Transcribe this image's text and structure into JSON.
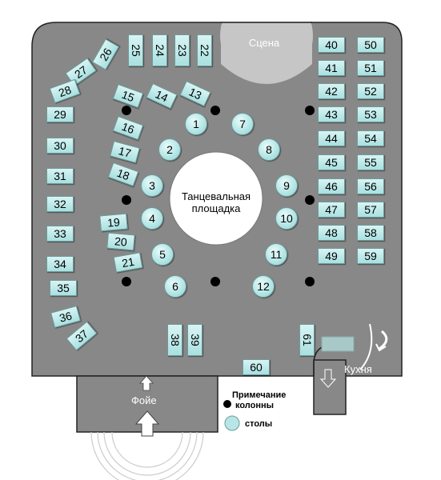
{
  "labels": {
    "stage": "Сцена",
    "dance_floor_line1": "Танцевальная",
    "dance_floor_line2": "площадка",
    "kitchen": "Кухня",
    "foyer": "Фойе",
    "note_title": "Примечание",
    "note_columns": "колонны",
    "note_tables": "столы"
  },
  "rect_tables": [
    {
      "n": "25",
      "orient": "v"
    },
    {
      "n": "24",
      "orient": "v"
    },
    {
      "n": "23",
      "orient": "v"
    },
    {
      "n": "22",
      "orient": "v"
    },
    {
      "n": "26",
      "orient": "rot"
    },
    {
      "n": "27",
      "orient": "rot"
    },
    {
      "n": "28",
      "orient": "rot"
    },
    {
      "n": "29",
      "orient": "h"
    },
    {
      "n": "30",
      "orient": "h"
    },
    {
      "n": "31",
      "orient": "h"
    },
    {
      "n": "32",
      "orient": "h"
    },
    {
      "n": "33",
      "orient": "h"
    },
    {
      "n": "34",
      "orient": "h"
    },
    {
      "n": "35",
      "orient": "h"
    },
    {
      "n": "36",
      "orient": "rot"
    },
    {
      "n": "37",
      "orient": "rot"
    },
    {
      "n": "15",
      "orient": "rot"
    },
    {
      "n": "14",
      "orient": "rot"
    },
    {
      "n": "13",
      "orient": "rot"
    },
    {
      "n": "16",
      "orient": "rot"
    },
    {
      "n": "17",
      "orient": "rot"
    },
    {
      "n": "18",
      "orient": "rot"
    },
    {
      "n": "19",
      "orient": "rot"
    },
    {
      "n": "20",
      "orient": "rot"
    },
    {
      "n": "21",
      "orient": "rot"
    },
    {
      "n": "40",
      "orient": "h"
    },
    {
      "n": "41",
      "orient": "h"
    },
    {
      "n": "42",
      "orient": "h"
    },
    {
      "n": "43",
      "orient": "h"
    },
    {
      "n": "44",
      "orient": "h"
    },
    {
      "n": "45",
      "orient": "h"
    },
    {
      "n": "46",
      "orient": "h"
    },
    {
      "n": "47",
      "orient": "h"
    },
    {
      "n": "48",
      "orient": "h"
    },
    {
      "n": "49",
      "orient": "h"
    },
    {
      "n": "50",
      "orient": "h"
    },
    {
      "n": "51",
      "orient": "h"
    },
    {
      "n": "52",
      "orient": "h"
    },
    {
      "n": "53",
      "orient": "h"
    },
    {
      "n": "54",
      "orient": "h"
    },
    {
      "n": "55",
      "orient": "h"
    },
    {
      "n": "56",
      "orient": "h"
    },
    {
      "n": "57",
      "orient": "h"
    },
    {
      "n": "58",
      "orient": "h"
    },
    {
      "n": "59",
      "orient": "h"
    },
    {
      "n": "38",
      "orient": "v"
    },
    {
      "n": "39",
      "orient": "v"
    },
    {
      "n": "61",
      "orient": "v"
    },
    {
      "n": "60",
      "orient": "h"
    }
  ],
  "round_tables": [
    "1",
    "2",
    "3",
    "4",
    "5",
    "6",
    "7",
    "8",
    "9",
    "10",
    "11",
    "12"
  ],
  "colors": {
    "floor": "#888888",
    "stage": "#c8c8c8",
    "table_fill": "#b6e6e6",
    "column": "#000000"
  }
}
